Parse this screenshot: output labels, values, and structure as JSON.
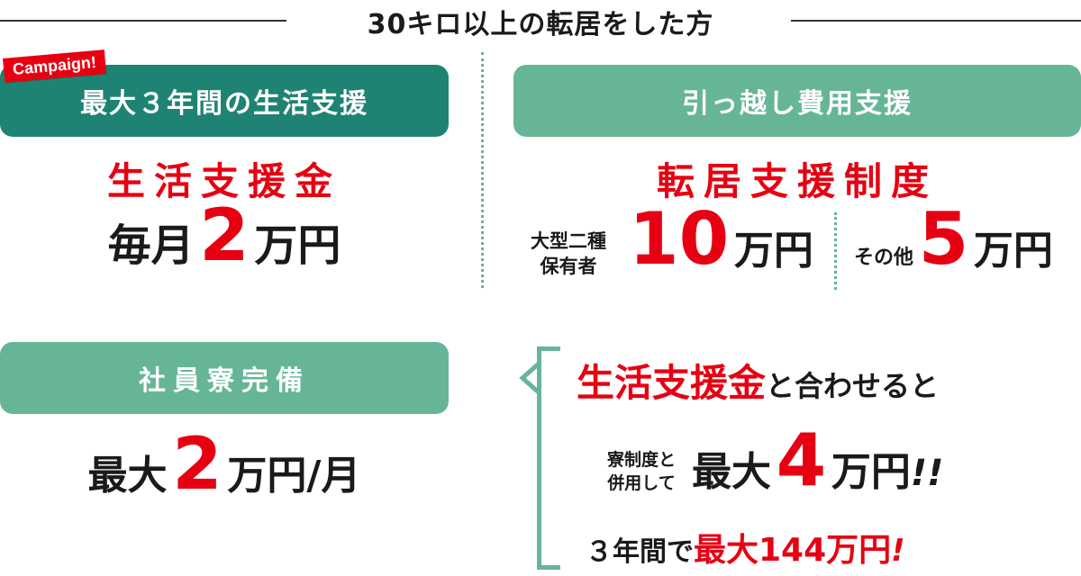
{
  "header": {
    "title": "30キロ以上の転居をした方"
  },
  "campaign_badge": "Campaign!",
  "living_support": {
    "pill": "最大３年間の生活支援",
    "heading": "生活支援金",
    "amount_prefix": "毎月",
    "amount_number": "2",
    "amount_unit": "万円"
  },
  "moving_support": {
    "pill": "引っ越し費用支援",
    "heading": "転居支援制度",
    "large_license_line1": "大型二種",
    "large_license_line2": "保有者",
    "large_amount_number": "10",
    "large_amount_unit": "万円",
    "other_label": "その他",
    "other_amount_number": "5",
    "other_amount_unit": "万円"
  },
  "dorm": {
    "pill": "社員寮完備",
    "amount_prefix": "最大",
    "amount_number": "2",
    "amount_unit": "万円/月"
  },
  "combo": {
    "line1_highlight": "生活支援金",
    "line1_rest": "と合わせると",
    "line2_small_1": "寮制度と",
    "line2_small_2": "併用して",
    "line2_prefix": "最大",
    "line2_number": "4",
    "line2_unit": "万円",
    "line2_exclaim": "!!",
    "line3_prefix": "３年間で",
    "line3_highlight": "最大144万円",
    "line3_exclaim": "!"
  },
  "colors": {
    "dark_green": "#1f8373",
    "light_green": "#66b597",
    "red": "#e60012",
    "text": "#1a1a1a"
  }
}
